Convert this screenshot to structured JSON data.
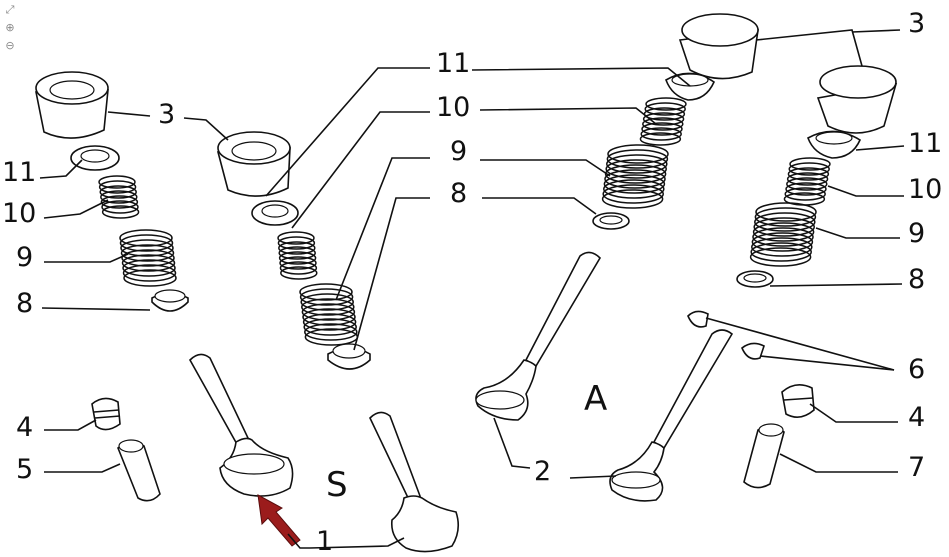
{
  "toolbar": {
    "fit_icon": "fit-page-icon",
    "zoom_in_icon": "zoom-in-icon",
    "zoom_out_icon": "zoom-out-icon"
  },
  "callouts": [
    {
      "id": "c3a",
      "text": "3"
    },
    {
      "id": "c11a",
      "text": "11"
    },
    {
      "id": "c10a",
      "text": "10"
    },
    {
      "id": "c9a",
      "text": "9"
    },
    {
      "id": "c8a",
      "text": "8"
    },
    {
      "id": "c4a",
      "text": "4"
    },
    {
      "id": "c5",
      "text": "5"
    },
    {
      "id": "c1",
      "text": "1"
    },
    {
      "id": "c11b",
      "text": "11"
    },
    {
      "id": "c10b",
      "text": "10"
    },
    {
      "id": "c9b",
      "text": "9"
    },
    {
      "id": "c8b",
      "text": "8"
    },
    {
      "id": "c2",
      "text": "2"
    },
    {
      "id": "c3b",
      "text": "3"
    },
    {
      "id": "c11c",
      "text": "11"
    },
    {
      "id": "c10c",
      "text": "10"
    },
    {
      "id": "c9c",
      "text": "9"
    },
    {
      "id": "c8c",
      "text": "8"
    },
    {
      "id": "c6",
      "text": "6"
    },
    {
      "id": "c4b",
      "text": "4"
    },
    {
      "id": "c7",
      "text": "7"
    }
  ],
  "section_labels": {
    "intake": "S",
    "exhaust": "A"
  },
  "colors": {
    "arrow": "#9b1c1c",
    "ink": "#111111"
  }
}
